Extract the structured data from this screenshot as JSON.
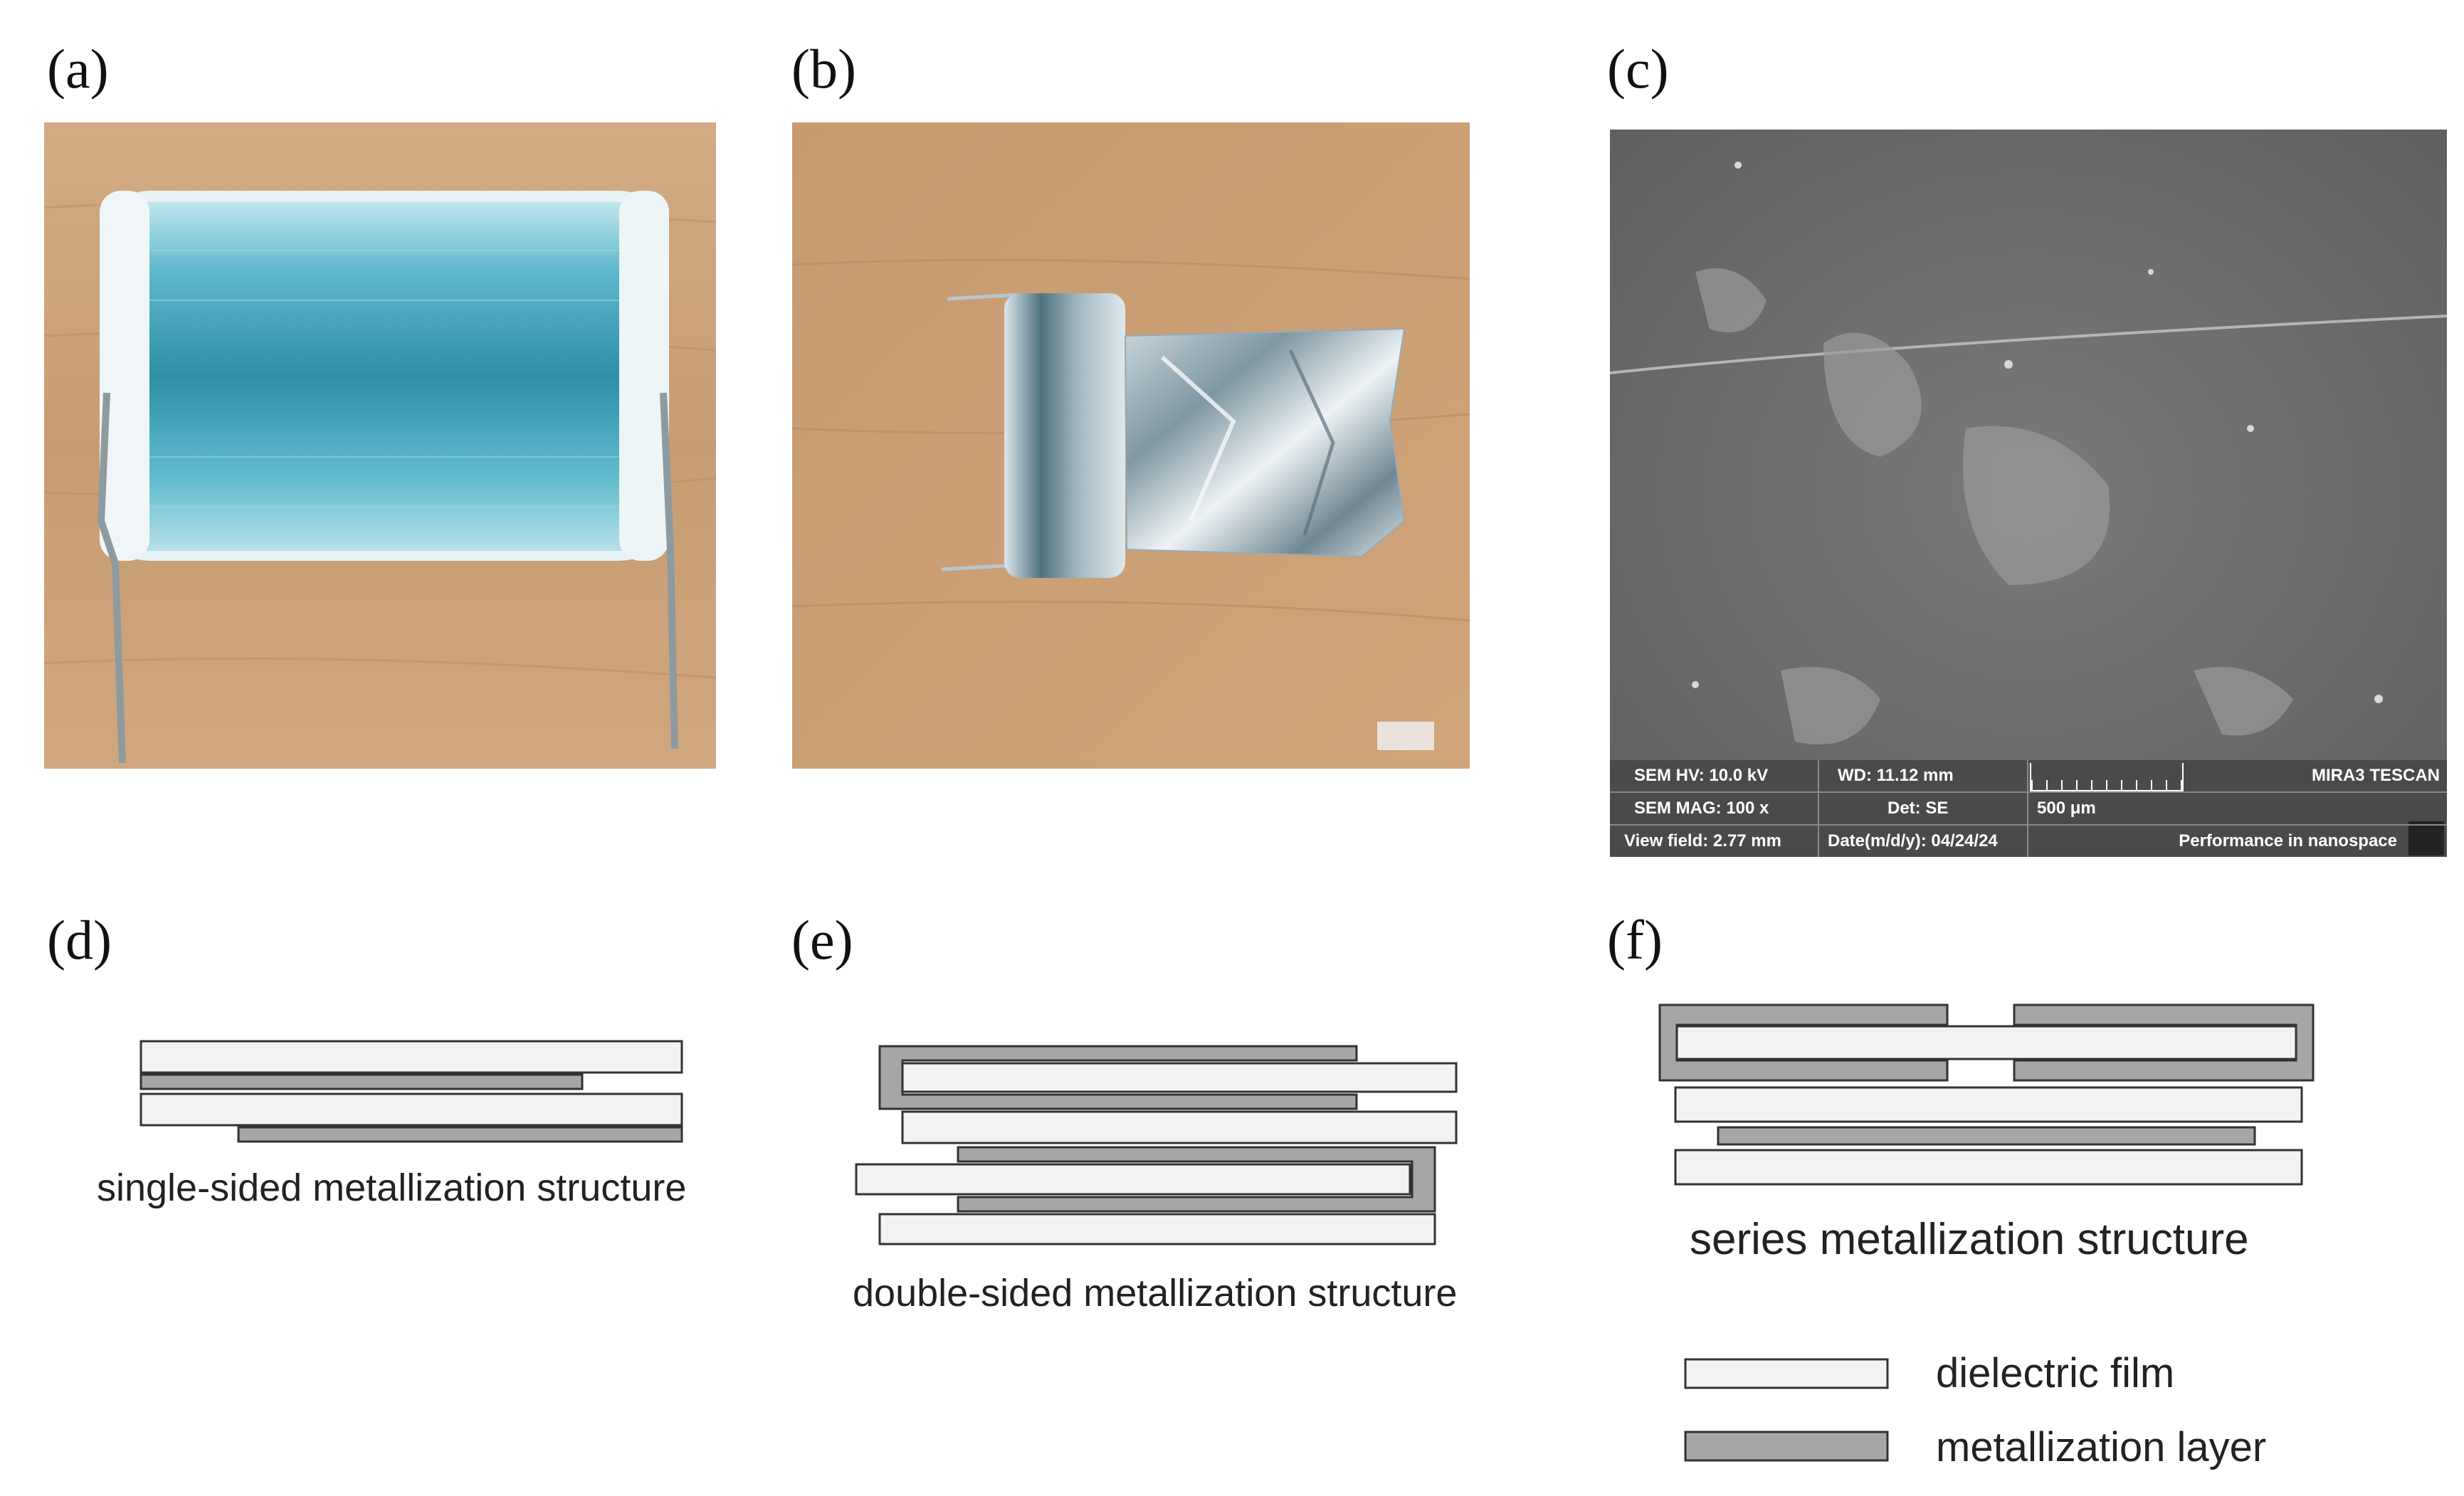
{
  "panels": {
    "a": "(a)",
    "b": "(b)",
    "c": "(c)",
    "d": "(d)",
    "e": "(e)",
    "f": "(f)"
  },
  "sem": {
    "hv": "SEM HV: 10.0 kV",
    "wd": "WD: 11.12 mm",
    "brand": "MIRA3 TESCAN",
    "mag": "SEM MAG: 100 x",
    "det": "Det: SE",
    "scale": "500 μm",
    "view_field": "View field: 2.77 mm",
    "date": "Date(m/d/y): 04/24/24",
    "tagline": "Performance in nanospace"
  },
  "captions": {
    "single": "single-sided metallization structure",
    "double": "double-sided metallization structure",
    "series": "series metallization structure"
  },
  "legend": {
    "dielectric": "dielectric film",
    "metal": "metallization layer"
  },
  "colors": {
    "film_fill": "#f2f2f2",
    "metal_fill": "#a6a6a6",
    "outline": "#333333",
    "wood": "#c9a27a",
    "sem_bg": "#6e6e6e"
  }
}
